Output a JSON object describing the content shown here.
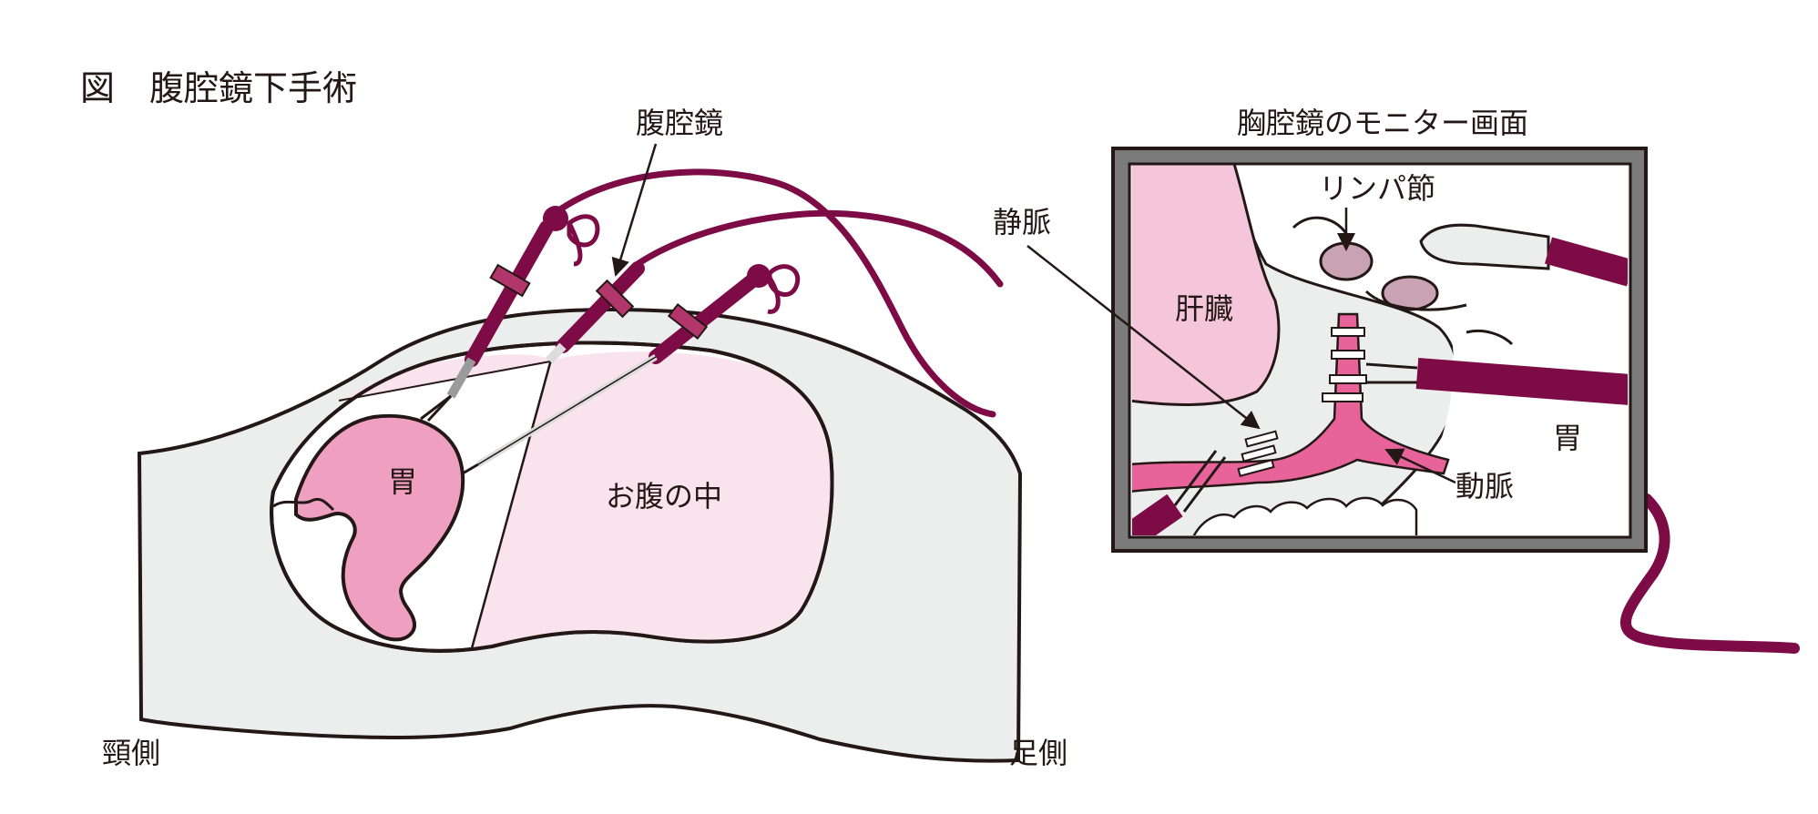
{
  "figure": {
    "title": "図　腹腔鏡下手術"
  },
  "body_view": {
    "label_laparoscope": "腹腔鏡",
    "label_stomach": "胃",
    "label_abdomen": "お腹の中",
    "label_neck_side": "頸側",
    "label_foot_side": "足側"
  },
  "monitor": {
    "title": "胸腔鏡のモニター画面",
    "label_vein": "静脈",
    "label_lymph": "リンパ節",
    "label_liver": "肝臓",
    "label_stomach": "胃",
    "label_artery": "動脈"
  },
  "colors": {
    "outline": "#231815",
    "body_gray": "#eceeed",
    "cavity_pink": "#f9e3ec",
    "stomach_pink": "#ef9fc0",
    "liver_pink": "#f5c6da",
    "vessel_pink": "#e8639a",
    "instrument_maroon": "#7d0b45",
    "lymph_mauve": "#c9a2b4",
    "monitor_frame": "#7b7b7b"
  }
}
